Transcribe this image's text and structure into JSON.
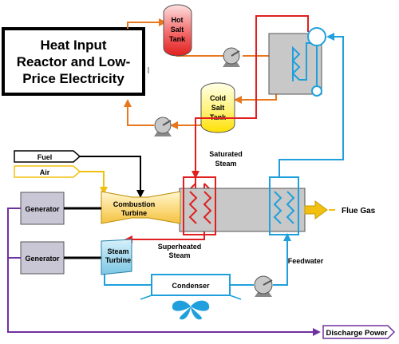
{
  "title_box": {
    "line1": "Heat Input",
    "line2": "Reactor and Low-",
    "line3": "Price Electricity"
  },
  "tanks": {
    "hot_line1": "Hot",
    "hot_line2": "Salt",
    "hot_line3": "Tank",
    "cold_line1": "Cold",
    "cold_line2": "Salt",
    "cold_line3": "Tank"
  },
  "inputs": {
    "fuel": "Fuel",
    "air": "Air"
  },
  "components": {
    "generator_1": "Generator",
    "generator_2": "Generator",
    "combustion_turbine_line1": "Combustion",
    "combustion_turbine_line2": "Turbine",
    "steam_turbine_line1": "Steam",
    "steam_turbine_line2": "Turbine",
    "condenser": "Condenser"
  },
  "streams": {
    "saturated_steam_line1": "Saturated",
    "saturated_steam_line2": "Steam",
    "superheated_steam_line1": "Superheated",
    "superheated_steam_line2": "Steam",
    "feedwater": "Feedwater",
    "flue_gas": "Flue Gas",
    "discharge_power": "Discharge Power"
  },
  "colors": {
    "hot_salt": "#e8771e",
    "steam": "#e02020",
    "water": "#1fa0dc",
    "air": "#f2c010",
    "power": "#7030a0",
    "fuel": "#000000",
    "generator_fill": "#c9c7d6",
    "turbine_fill": "#fde9a6",
    "steam_turbine_fill": "#9dd5ea",
    "hrsg_fill": "#c8c8c8"
  }
}
